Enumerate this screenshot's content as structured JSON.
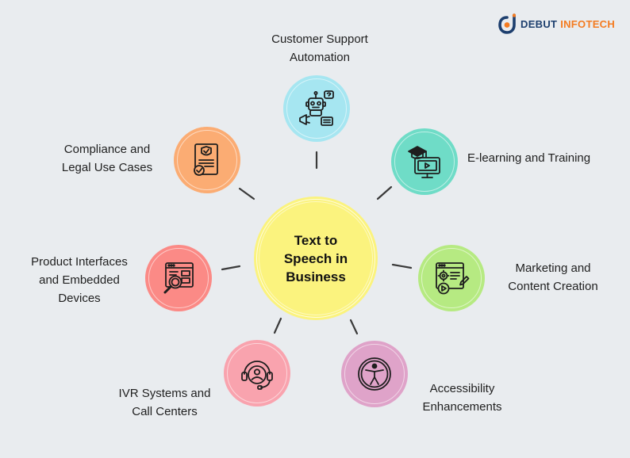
{
  "brand": {
    "name_part1": "DEBUT",
    "name_part2": "INFOTECH"
  },
  "diagram": {
    "center": {
      "label": "Text to\nSpeech in\nBusiness"
    },
    "branches": [
      {
        "id": "customer-support",
        "label": "Customer Support\nAutomation",
        "icon": "robot-icon",
        "color": "#a6e6f1"
      },
      {
        "id": "e-learning",
        "label": "E-learning and Training",
        "icon": "graduation-monitor-icon",
        "color": "#6fdcc7"
      },
      {
        "id": "marketing",
        "label": "Marketing and\nContent Creation",
        "icon": "content-gear-icon",
        "color": "#b6ea82"
      },
      {
        "id": "accessibility",
        "label": "Accessibility\nEnhancements",
        "icon": "accessibility-person-icon",
        "color": "#dfa3c9"
      },
      {
        "id": "ivr",
        "label": "IVR Systems and\nCall Centers",
        "icon": "headset-agent-icon",
        "color": "#f9a3ae"
      },
      {
        "id": "product-interfaces",
        "label": "Product Interfaces\nand Embedded\nDevices",
        "icon": "browser-search-icon",
        "color": "#fb8a86"
      },
      {
        "id": "compliance",
        "label": "Compliance and\nLegal Use Cases",
        "icon": "legal-document-icon",
        "color": "#fbac73"
      }
    ]
  }
}
